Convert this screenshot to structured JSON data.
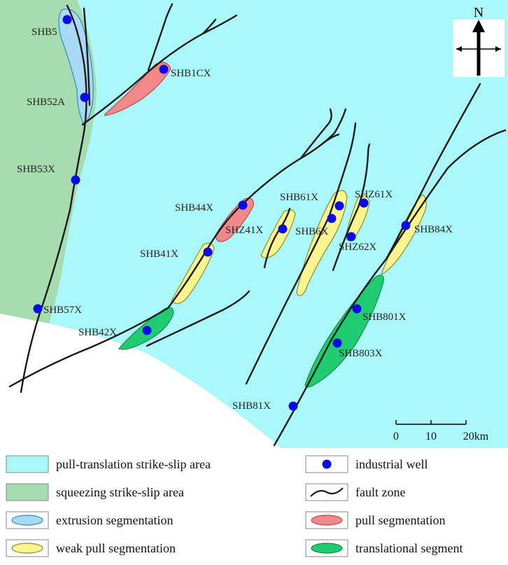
{
  "compass": {
    "label": "N"
  },
  "scale_bar": {
    "ticks": [
      "0",
      "10",
      "20km"
    ]
  },
  "wells": [
    {
      "id": "well-shb5",
      "label": "SHB5"
    },
    {
      "id": "well-shb1cx",
      "label": "SHB1CX"
    },
    {
      "id": "well-shb52a",
      "label": "SHB52A"
    },
    {
      "id": "well-shb53x",
      "label": "SHB53X"
    },
    {
      "id": "well-shb44x",
      "label": "SHB44X"
    },
    {
      "id": "well-shb61x",
      "label": "SHB61X"
    },
    {
      "id": "well-shz61x",
      "label": "SHZ61X"
    },
    {
      "id": "well-shz41x",
      "label": "SHZ41X"
    },
    {
      "id": "well-shb6x",
      "label": "SHB6X"
    },
    {
      "id": "well-shb84x",
      "label": "SHB84X"
    },
    {
      "id": "well-shz62x",
      "label": "SHZ62X"
    },
    {
      "id": "well-shb41x",
      "label": "SHB41X"
    },
    {
      "id": "well-shb57x",
      "label": "SHB57X"
    },
    {
      "id": "well-shb42x",
      "label": "SHB42X"
    },
    {
      "id": "well-shb801x",
      "label": "SHB801X"
    },
    {
      "id": "well-shb803x",
      "label": "SHB803X"
    },
    {
      "id": "well-shb81x",
      "label": "SHB81X"
    }
  ],
  "legend": [
    {
      "label": "pull-translation strike-slip area"
    },
    {
      "label": "industrial well"
    },
    {
      "label": "squeezing strike-slip area"
    },
    {
      "label": "fault zone"
    },
    {
      "label": "extrusion segmentation"
    },
    {
      "label": "pull segmentation"
    },
    {
      "label": "weak pull segmentation"
    },
    {
      "label": "translational segment"
    }
  ],
  "colors": {
    "pull_translation_area": "#aaf8fa",
    "squeezing_area": "#a6dcb0",
    "extrusion_segmentation": "#a9d9f5",
    "pull_segmentation": "#f08a8a",
    "weak_pull_segmentation": "#fbf58f",
    "translational_segment": "#20cc70",
    "industrial_well": "#0a0ae6",
    "fault_zone": "#1a1a1a"
  }
}
